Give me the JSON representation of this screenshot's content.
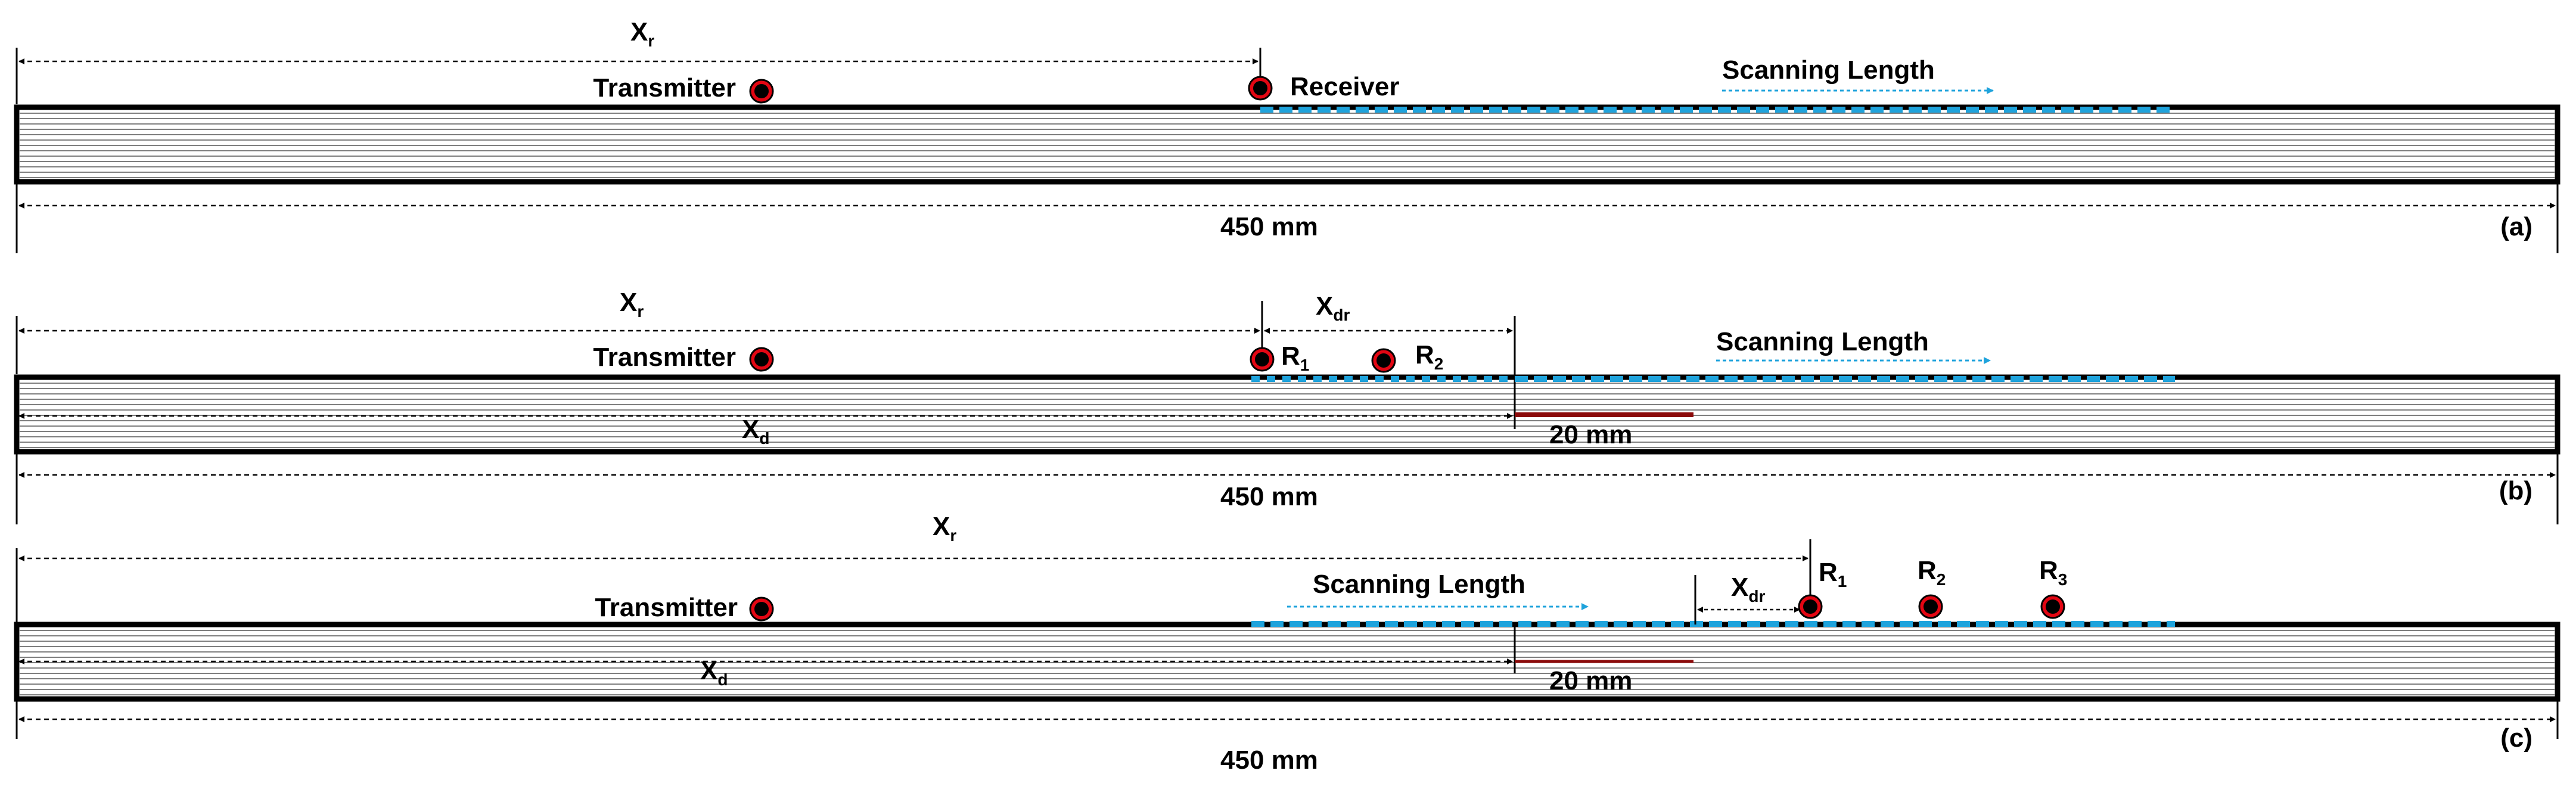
{
  "colors": {
    "plate_stroke": "#000000",
    "laminate_line": "#333333",
    "scan_dash": "#1fa3dc",
    "scan_arrow": "#1fa3dc",
    "defect": "#8b0a0a",
    "sensor_ring": "#e30613",
    "sensor_core": "#000000"
  },
  "panels": [
    {
      "id": "a",
      "panel_label": "(a)",
      "length_label": "450 mm",
      "xr_label": "X",
      "xr_sub": "r",
      "transmitter_label": "Transmitter",
      "receiver_label": "Receiver",
      "scanning_label": "Scanning Length"
    },
    {
      "id": "b",
      "panel_label": "(b)",
      "length_label": "450 mm",
      "xr_label": "X",
      "xr_sub": "r",
      "xdr_label": "X",
      "xdr_sub": "dr",
      "xd_label": "X",
      "xd_sub": "d",
      "transmitter_label": "Transmitter",
      "r1_label": "R",
      "r1_sub": "1",
      "r2_label": "R",
      "r2_sub": "2",
      "defect_label": "20 mm",
      "scanning_label": "Scanning Length"
    },
    {
      "id": "c",
      "panel_label": "(c)",
      "length_label": "450 mm",
      "xr_label": "X",
      "xr_sub": "r",
      "xdr_label": "X",
      "xdr_sub": "dr",
      "xd_label": "X",
      "xd_sub": "d",
      "transmitter_label": "Transmitter",
      "r1_label": "R",
      "r1_sub": "1",
      "r2_label": "R",
      "r2_sub": "2",
      "r3_label": "R",
      "r3_sub": "3",
      "defect_label": "20 mm",
      "scanning_label": "Scanning Length"
    }
  ]
}
